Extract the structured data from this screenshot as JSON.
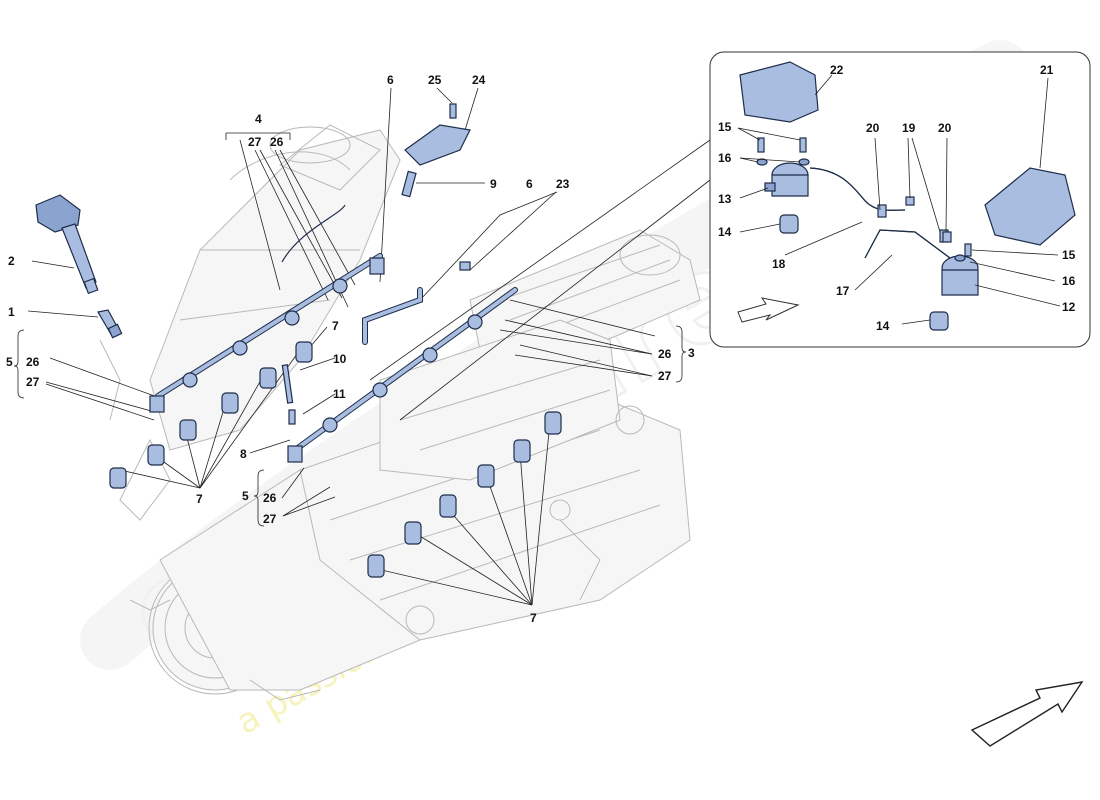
{
  "watermark": {
    "logo_text": "eurospares",
    "tagline": "a passion for parts since 1985"
  },
  "callouts": {
    "n1": "1",
    "n2": "2",
    "n3": "3",
    "n4": "4",
    "n5a": "5",
    "n5b": "5",
    "n6a": "6",
    "n6b": "6",
    "n7a": "7",
    "n7b": "7",
    "n7c": "7",
    "n8": "8",
    "n9": "9",
    "n10": "10",
    "n11": "11",
    "n12": "12",
    "n13": "13",
    "n14a": "14",
    "n14b": "14",
    "n15a": "15",
    "n15b": "15",
    "n16a": "16",
    "n16b": "16",
    "n17": "17",
    "n18": "18",
    "n19": "19",
    "n20a": "20",
    "n20b": "20",
    "n21": "21",
    "n22": "22",
    "n23": "23",
    "n24": "24",
    "n25": "25",
    "n26a": "26",
    "n26b": "26",
    "n26c": "26",
    "n26d": "26",
    "n27a": "27",
    "n27b": "27",
    "n27c": "27",
    "n27d": "27"
  },
  "colors": {
    "part_fill": "#a9bde0",
    "part_outline": "#1e2d4a",
    "engine_line": "#b9b9b9",
    "watermark": "#f3f0a8"
  }
}
